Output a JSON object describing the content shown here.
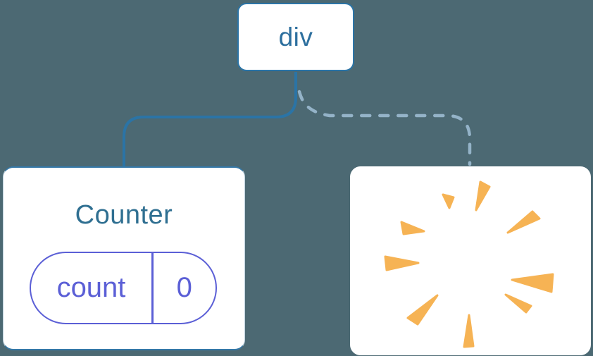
{
  "diagram": {
    "root": {
      "label": "div"
    },
    "counter_card": {
      "title": "Counter",
      "state_pill": {
        "name": "count",
        "value": "0"
      }
    },
    "sparkle_card": {
      "icon": "sparkle-burst-icon"
    },
    "edges": {
      "left": "solid",
      "right": "dashed"
    }
  },
  "colors": {
    "background": "#4c6973",
    "card_bg": "#ffffff",
    "connector_blue": "#2b74a6",
    "connector_dash": "#94b3c8",
    "root_text": "#2d6f9e",
    "counter_title": "#2f6f91",
    "pill_purple": "#5b5fd6",
    "spark_orange": "#f6b354",
    "counter_border_top": "#3478a8",
    "counter_border_side": "#bcd1de"
  }
}
